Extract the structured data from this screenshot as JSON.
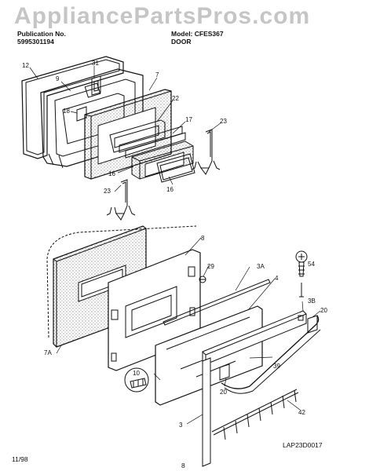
{
  "watermark": "AppliancePartsPros.com",
  "header": {
    "left_line1": "Publication No.",
    "left_line2": "5995301194",
    "right_line1": "Model: CFES367",
    "right_line2": "DOOR"
  },
  "footer": {
    "date": "11/98",
    "page": "8",
    "code": "LAP23D0017"
  },
  "callouts": [
    "12",
    "9",
    "31",
    "7",
    "18",
    "22",
    "17",
    "23",
    "16",
    "16",
    "23",
    "8",
    "29",
    "3A",
    "54",
    "4",
    "3B",
    "20",
    "7A",
    "10",
    "39",
    "20",
    "42",
    "3"
  ]
}
